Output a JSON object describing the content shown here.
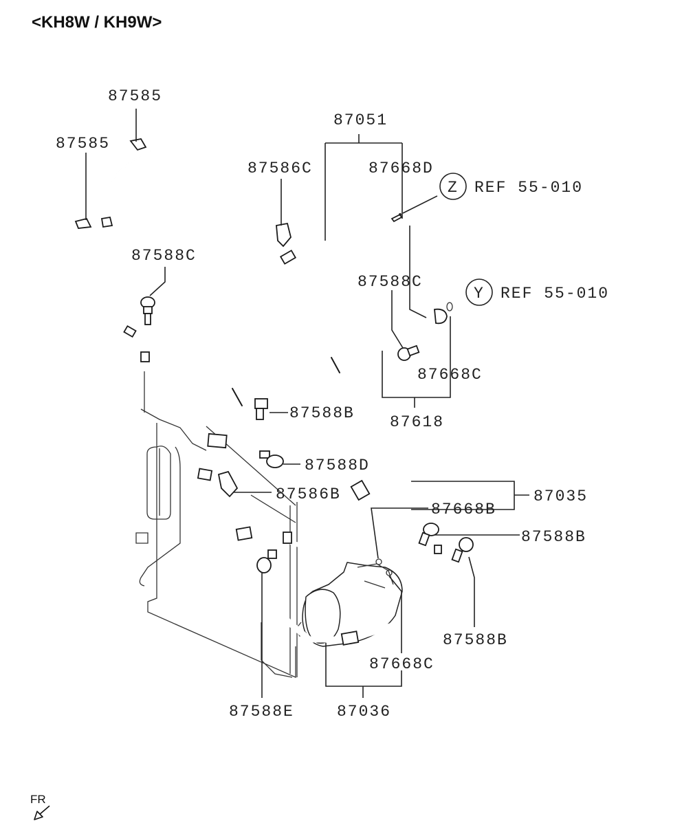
{
  "title": "<KH8W / KH9W>",
  "fr_label": "FR",
  "labels": {
    "p87585_top": "87585",
    "p87585_left": "87585",
    "p87051": "87051",
    "p87586C": "87586C",
    "p87668D": "87668D",
    "ref_z_letter": "Z",
    "ref_z_text": "REF 55-010",
    "p87588C_left": "87588C",
    "p87588C_right": "87588C",
    "ref_y_letter": "Y",
    "ref_y_text": "REF 55-010",
    "p87668C_upper": "87668C",
    "p87618": "87618",
    "p87588B_upper": "87588B",
    "p87588D": "87588D",
    "p87586B": "87586B",
    "p87035": "87035",
    "p87668B": "87668B",
    "p87588B_mid": "87588B",
    "p87588B_lower": "87588B",
    "p87668C_lower": "87668C",
    "p87588E": "87588E",
    "p87036": "87036"
  },
  "icons": [
    "bolt-icon",
    "clip-icon",
    "o-ring-icon",
    "front-arrow-icon"
  ]
}
